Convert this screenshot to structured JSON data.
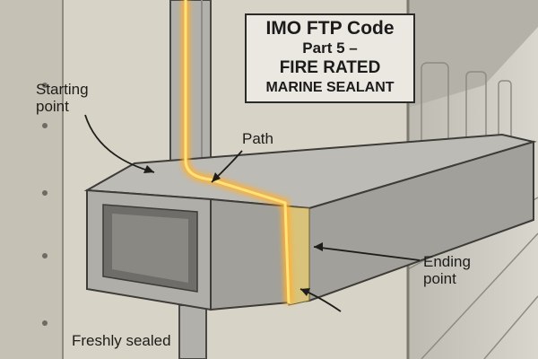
{
  "sign": {
    "line1": "IMO FTP Code",
    "line2": "Part 5 –",
    "line3": "FIRE RATED",
    "line4": "MARINE SEALANT"
  },
  "labels": {
    "start": "Starting\npoint",
    "start_line1": "Starting",
    "start_line2": "point",
    "path": "Path",
    "end_line1": "Ending",
    "end_line2": "point",
    "fresh": "Freshly sealed"
  },
  "colors": {
    "wall": "#d8d3c7",
    "duct": "#a9a7a1",
    "glow": "#f5a623",
    "corridor": "#c9c6bd"
  }
}
